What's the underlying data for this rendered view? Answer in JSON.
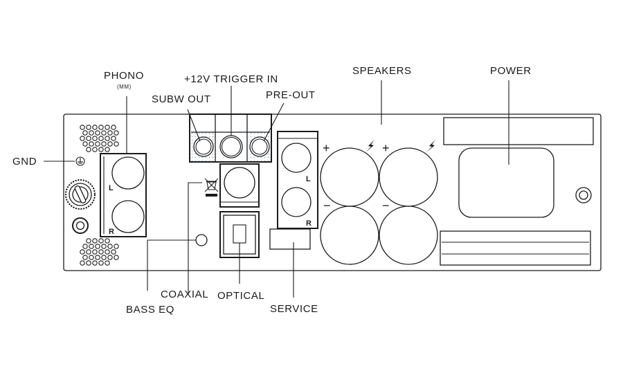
{
  "labels": {
    "phono": "PHONO",
    "phono_sub": "(MM)",
    "trigger": "+12V TRIGGER IN",
    "subw_out": "SUBW OUT",
    "pre_out": "PRE-OUT",
    "speakers": "SPEAKERS",
    "power": "POWER",
    "gnd": "GND",
    "coaxial": "COAXIAL",
    "optical": "OPTICAL",
    "service": "SERVICE",
    "bass_eq": "BASS EQ"
  },
  "channels": {
    "left": "L",
    "right": "R"
  },
  "signs": {
    "plus": "+",
    "minus": "−"
  },
  "colors": {
    "line": "#1a1a1a",
    "dots": "#9ab4c8",
    "background": "#ffffff"
  }
}
